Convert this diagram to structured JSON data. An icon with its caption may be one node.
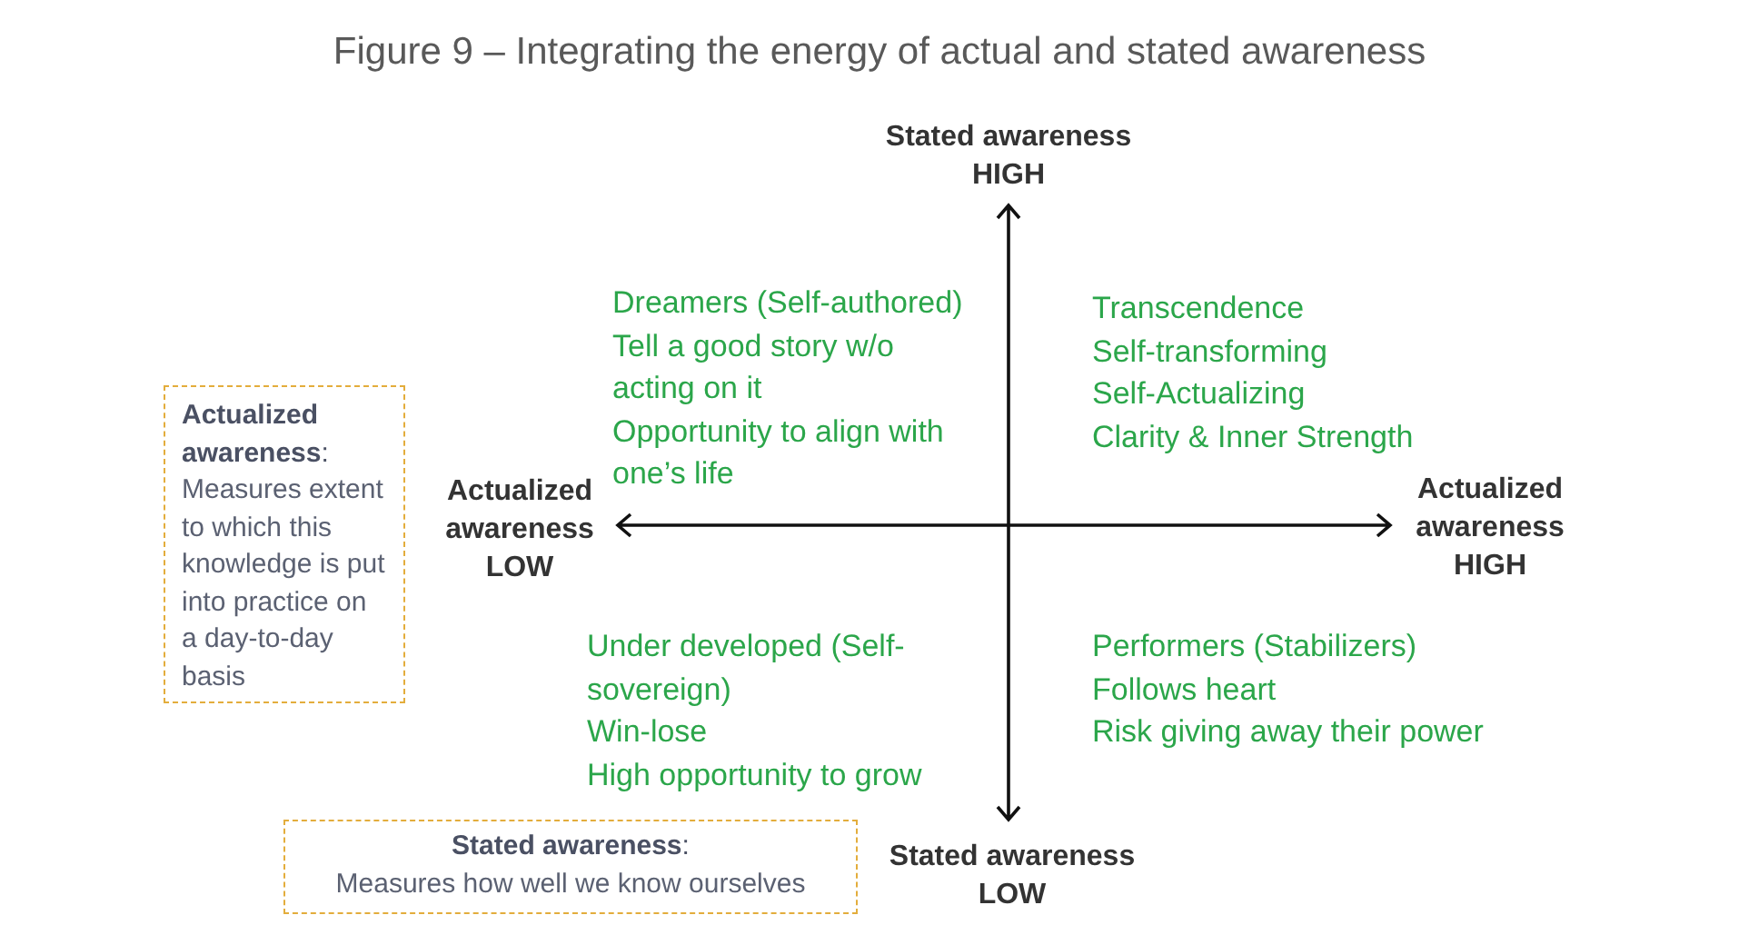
{
  "diagram": {
    "title": "Figure 9 – Integrating the energy of actual and stated awareness",
    "nodes": [
      {
        "text": [
          "**Actualized awareness**:",
          "Measures extent to which this knowledge is put into practice on a day-to-day basis"
        ]
      },
      {
        "text": [
          "**Stated awareness**:",
          "Measures how well we know ourselves"
        ]
      }
    ],
    "labels": [
      "Stated awareness HIGH",
      "Dreamers (Self-authored)",
      "Tell a good story w/o acting on it",
      "Opportunity to align with one’s life",
      "Transcendence",
      "Self-transforming",
      "Self-Actualizing",
      "Clarity & Inner Strength",
      "Actualized awareness LOW",
      "Actualized awareness HIGH",
      "Under developed (Self-sovereign)",
      "Win-lose",
      "High opportunity to grow",
      "Performers (Stabilizers)",
      "Follows heart",
      "Risk giving away their power",
      "Stated awareness LOW"
    ]
  }
}
